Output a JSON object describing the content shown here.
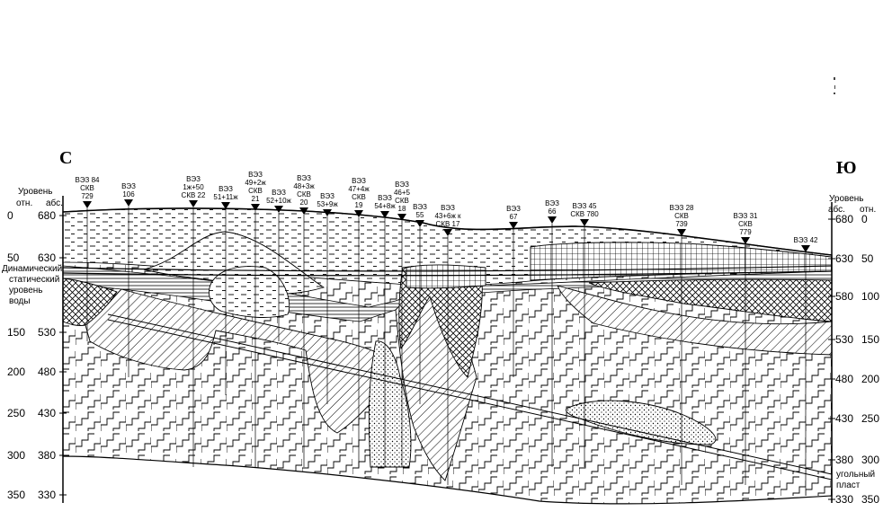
{
  "north_label": "С",
  "south_label": "Ю",
  "left_axis": {
    "header": [
      "Уровень",
      "отн.",
      "абс."
    ],
    "ticks": [
      {
        "rel": "0",
        "abs": "680"
      },
      {
        "rel": "50",
        "abs": "630"
      },
      {
        "rel": "150",
        "abs": "530"
      },
      {
        "rel": "200",
        "abs": "480"
      },
      {
        "rel": "250",
        "abs": "430"
      },
      {
        "rel": "300",
        "abs": "380"
      },
      {
        "rel": "350",
        "abs": "330"
      }
    ]
  },
  "right_axis": {
    "header": [
      "Уровень",
      "абс.",
      "отн."
    ],
    "ticks": [
      {
        "abs": "680",
        "rel": "0"
      },
      {
        "abs": "630",
        "rel": "50"
      },
      {
        "abs": "580",
        "rel": "100"
      },
      {
        "abs": "530",
        "rel": "150"
      },
      {
        "abs": "480",
        "rel": "200"
      },
      {
        "abs": "430",
        "rel": "250"
      },
      {
        "abs": "380",
        "rel": "300"
      },
      {
        "abs": "330",
        "rel": "350"
      }
    ]
  },
  "water_level_label": [
    "Динамический",
    "статический",
    "уровень",
    "воды"
  ],
  "coal_seam_label": [
    "угольный",
    "пласт"
  ],
  "stations": [
    {
      "lines": [
        "ВЭЗ 84",
        "СКВ",
        "729"
      ]
    },
    {
      "lines": [
        "ВЭЗ",
        "106"
      ]
    },
    {
      "lines": [
        "ВЭЗ",
        "1ж+50",
        "СКВ 22"
      ]
    },
    {
      "lines": [
        "ВЭЗ",
        "51+11ж"
      ]
    },
    {
      "lines": [
        "ВЭЗ",
        "49+2ж",
        "СКВ",
        "21"
      ]
    },
    {
      "lines": [
        "ВЭЗ",
        "52+10ж"
      ]
    },
    {
      "lines": [
        "ВЭЗ",
        "48+3ж",
        "СКВ",
        "20"
      ]
    },
    {
      "lines": [
        "ВЭЗ",
        "53+9ж"
      ]
    },
    {
      "lines": [
        "ВЭЗ",
        "47+4ж",
        "СКВ",
        "19"
      ]
    },
    {
      "lines": [
        "ВЭЗ",
        "54+8ж"
      ]
    },
    {
      "lines": [
        "ВЭЗ",
        "46+5",
        "СКВ",
        "18"
      ]
    },
    {
      "lines": [
        "ВЭЗ",
        "55"
      ]
    },
    {
      "lines": [
        "ВЭЗ",
        "43+6ж к",
        "СКВ 17"
      ]
    },
    {
      "lines": [
        "ВЭЗ",
        "67"
      ]
    },
    {
      "lines": [
        "ВЭЗ",
        "66"
      ]
    },
    {
      "lines": [
        "ВЭЗ 45",
        "СКВ 780"
      ]
    },
    {
      "lines": [
        "ВЭЗ 28",
        "СКВ",
        "739"
      ]
    },
    {
      "lines": [
        "ВЭЗ 31",
        "СКВ",
        "779"
      ]
    },
    {
      "lines": [
        "ВЭЗ 42"
      ]
    }
  ]
}
